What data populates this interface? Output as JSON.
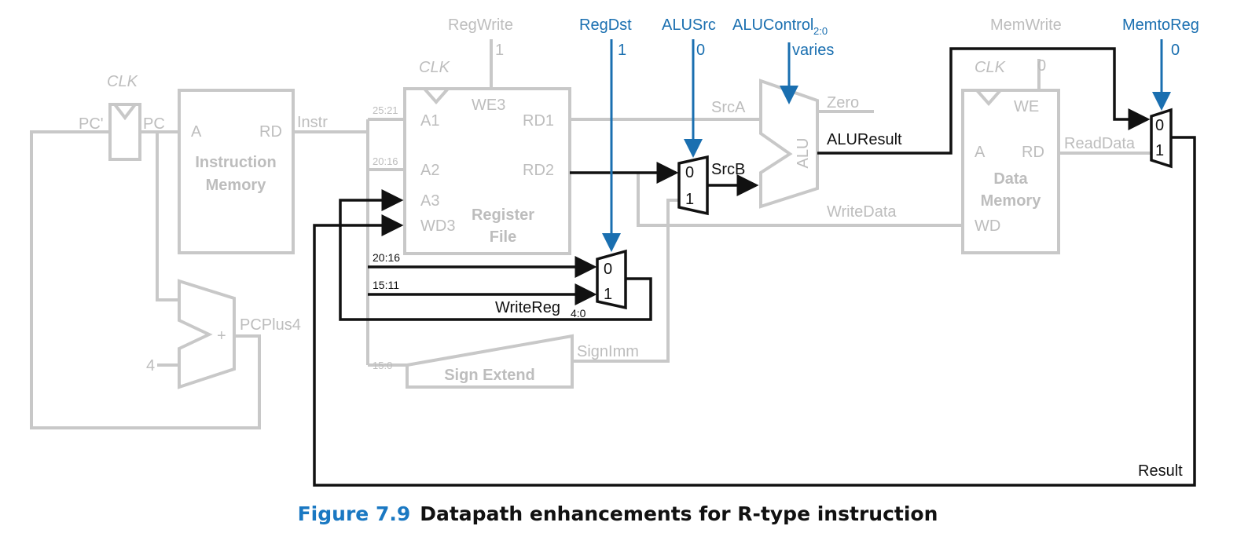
{
  "caption": {
    "label": "Figure 7.9",
    "text": "Datapath enhancements for R-type instruction"
  },
  "controls": {
    "regwrite": {
      "label": "RegWrite",
      "value": "1"
    },
    "regdst": {
      "label": "RegDst",
      "value": "1"
    },
    "alusrc": {
      "label": "ALUSrc",
      "value": "0"
    },
    "alucontrol": {
      "label": "ALUControl",
      "sub": "2:0",
      "value": "varies"
    },
    "memwrite": {
      "label": "MemWrite",
      "value": "0"
    },
    "memtoreg": {
      "label": "MemtoReg",
      "value": "0"
    }
  },
  "clock": {
    "label": "CLK"
  },
  "pc": {
    "pc_prime": "PC'",
    "pc": "PC"
  },
  "imem": {
    "addr": "A",
    "rd": "RD",
    "title1": "Instruction",
    "title2": "Memory",
    "out": "Instr"
  },
  "fields": {
    "rs": "25:21",
    "rt": "20:16",
    "rt2": "20:16",
    "rd": "15:11",
    "imm": "15:0"
  },
  "regfile": {
    "a1": "A1",
    "a2": "A2",
    "a3": "A3",
    "wd3": "WD3",
    "we3": "WE3",
    "rd1": "RD1",
    "rd2": "RD2",
    "title1": "Register",
    "title2": "File"
  },
  "regdst_mux": {
    "in0": "0",
    "in1": "1",
    "out": "WriteReg",
    "out_sub": "4:0"
  },
  "alusrc_mux": {
    "in0": "0",
    "in1": "1"
  },
  "alu": {
    "label": "ALU",
    "srca": "SrcA",
    "srcb": "SrcB",
    "zero": "Zero",
    "result": "ALUResult"
  },
  "dmem": {
    "addr": "A",
    "rd": "RD",
    "wd": "WD",
    "we": "WE",
    "title1": "Data",
    "title2": "Memory",
    "readdata": "ReadData",
    "writedata": "WriteData"
  },
  "memtoreg_mux": {
    "in0": "0",
    "in1": "1",
    "result": "Result"
  },
  "signext": {
    "label": "Sign Extend",
    "out": "SignImm"
  },
  "pcadder": {
    "plus": "+",
    "four": "4",
    "out": "PCPlus4"
  },
  "colors": {
    "active": "#111111",
    "inactive": "#c8c8c8",
    "control": "#1a6fb0",
    "caption_accent": "#1a78c2"
  }
}
